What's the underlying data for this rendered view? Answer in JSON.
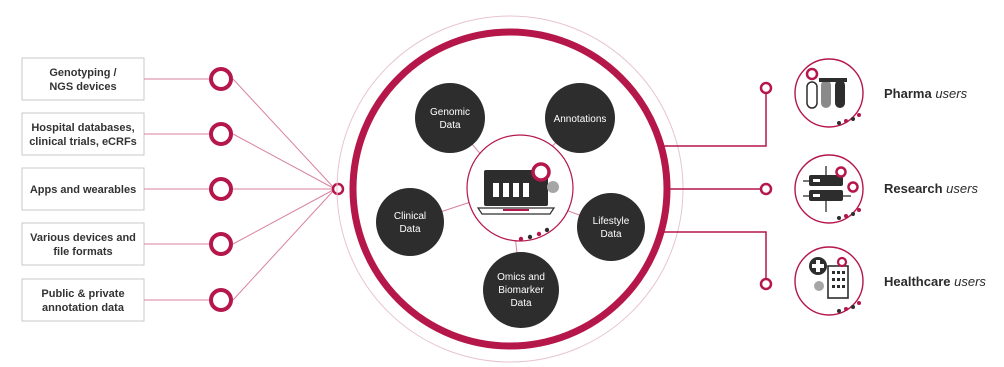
{
  "sources": [
    {
      "line1": "Genotyping /",
      "line2": "NGS devices"
    },
    {
      "line1": "Hospital databases,",
      "line2": "clinical trials, eCRFs"
    },
    {
      "line1": "Apps and wearables",
      "line2": ""
    },
    {
      "line1": "Various devices and",
      "line2": "file formats"
    },
    {
      "line1": "Public & private",
      "line2": "annotation data"
    }
  ],
  "data_nodes": {
    "genomic": {
      "line1": "Genomic",
      "line2": "Data"
    },
    "annotations": {
      "line1": "Annotations"
    },
    "clinical": {
      "line1": "Clinical",
      "line2": "Data"
    },
    "lifestyle": {
      "line1": "Lifestyle",
      "line2": "Data"
    },
    "omics": {
      "line1": "Omics and",
      "line2": "Biomarker",
      "line3": "Data"
    }
  },
  "users": [
    {
      "strong": "Pharma",
      "italic": "users",
      "icon": "test-tubes-icon"
    },
    {
      "strong": "Research",
      "italic": "users",
      "icon": "server-icon"
    },
    {
      "strong": "Healthcare",
      "italic": "users",
      "icon": "hospital-icon"
    }
  ],
  "colors": {
    "accent": "#b5174b",
    "node_fill": "#2d2d2d",
    "box_border": "#c9c9c9",
    "text": "#333333"
  }
}
